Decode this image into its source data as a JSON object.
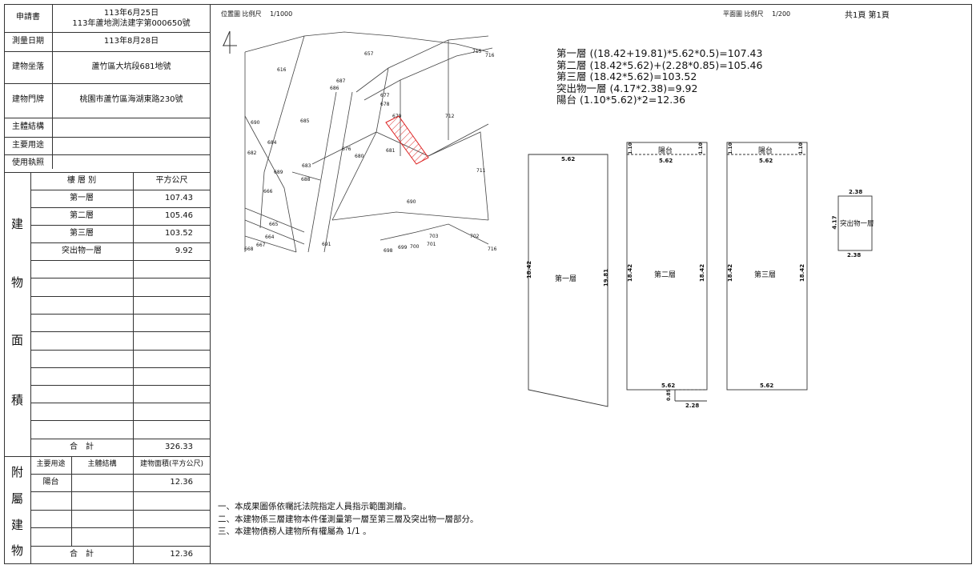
{
  "info": {
    "apply_label": "申請書",
    "apply_date": "113年6月25日",
    "apply_no": "113年蘆地測法建字第000650號",
    "survey_label": "測量日期",
    "survey_date": "113年8月28日",
    "location_label": "建物坐落",
    "location_value": "蘆竹區大坑段681地號",
    "door_label": "建物門牌",
    "door_value": "桃園市蘆竹區海湖東路230號",
    "structure_label": "主體結構",
    "use_label": "主要用途",
    "permit_label": "使用執照"
  },
  "area_section": {
    "side_chars": [
      "建",
      "物",
      "面",
      "積"
    ],
    "col_floor": "樓 層 別",
    "col_area": "平方公尺",
    "rows": [
      {
        "floor": "第一層",
        "area": "107.43"
      },
      {
        "floor": "第二層",
        "area": "105.46"
      },
      {
        "floor": "第三層",
        "area": "103.52"
      },
      {
        "floor": "突出物一層",
        "area": "9.92"
      }
    ],
    "total_label": "合　計",
    "total_value": "326.33"
  },
  "annex_section": {
    "side_chars": [
      "附",
      "屬",
      "建",
      "物"
    ],
    "col_use": "主要用途",
    "col_structure": "主體結構",
    "col_area": "建物面積(平方公尺)",
    "rows": [
      {
        "use": "陽台",
        "structure": "",
        "area": "12.36"
      }
    ],
    "total_label": "合　計",
    "total_value": "12.36"
  },
  "header": {
    "location_map": "位置圖  比例尺",
    "location_scale": "1/1000",
    "plan_map": "平面圖  比例尺",
    "plan_scale": "1/200",
    "page": "共1頁  第1頁"
  },
  "formulas": [
    "第一層 ((18.42+19.81)*5.62*0.5)=107.43",
    "第二層 (18.42*5.62)+(2.28*0.85)=105.46",
    "第三層 (18.42*5.62)=103.52",
    "突出物一層 (4.17*2.38)=9.92",
    "陽台 (1.10*5.62)*2=12.36"
  ],
  "map_parcels": [
    "657",
    "616",
    "715",
    "716",
    "687",
    "686",
    "677",
    "678",
    "679",
    "685",
    "712",
    "690",
    "684",
    "676",
    "680",
    "681",
    "682",
    "683",
    "689",
    "711",
    "688",
    "666",
    "665",
    "664",
    "667",
    "668",
    "691",
    "698",
    "699",
    "700",
    "701",
    "702",
    "703"
  ],
  "plan": {
    "f1": {
      "label": "第一層",
      "top": "5.62",
      "left": "18.42",
      "right": "19.81"
    },
    "f2": {
      "label": "第二層",
      "balcony": "陽台",
      "balcony_depth": "1.10",
      "top": "5.62",
      "left": "18.42",
      "right": "18.42",
      "bottom": "5.62",
      "ext_h": "0.85",
      "ext_w": "2.28"
    },
    "f3": {
      "label": "第三層",
      "balcony": "陽台",
      "balcony_depth": "1.10",
      "top": "5.62",
      "left": "18.42",
      "right": "18.42",
      "bottom": "5.62"
    },
    "p1": {
      "label": "突出物一層",
      "top": "2.38",
      "left": "4.17",
      "bottom": "2.38"
    }
  },
  "notes": [
    "一、本成果圖係依囑託法院指定人員指示範圍測繪。",
    "二、本建物係三層建物本件僅測量第一層至第三層及突出物一層部分。",
    "三、本建物債務人建物所有權屬為 1/1 。"
  ]
}
